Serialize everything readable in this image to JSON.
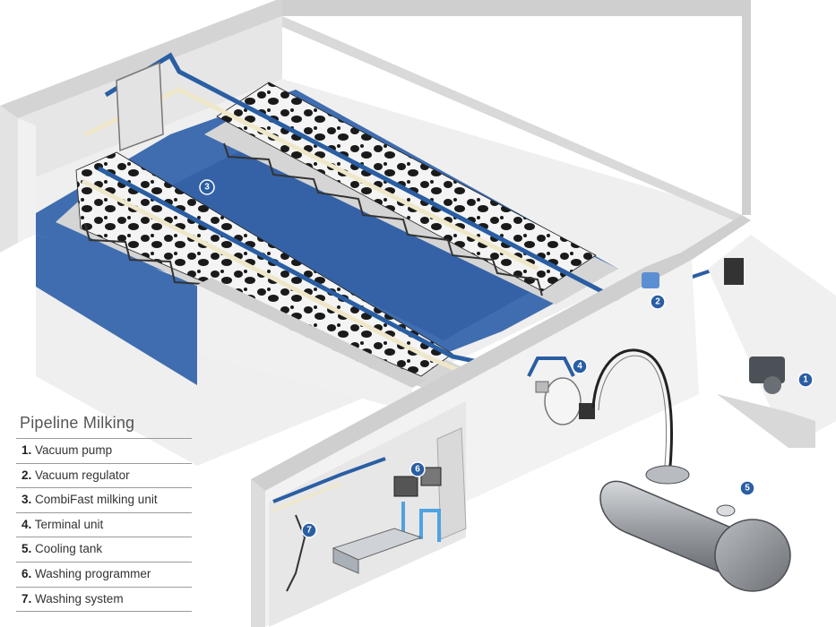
{
  "legend": {
    "title": "Pipeline Milking",
    "items": [
      {
        "num": "1.",
        "label": "Vacuum pump"
      },
      {
        "num": "2.",
        "label": "Vacuum regulator"
      },
      {
        "num": "3.",
        "label": "CombiFast milking unit"
      },
      {
        "num": "4.",
        "label": "Terminal unit"
      },
      {
        "num": "5.",
        "label": "Cooling tank"
      },
      {
        "num": "6.",
        "label": "Washing programmer"
      },
      {
        "num": "7.",
        "label": "Washing system"
      }
    ]
  },
  "markers": [
    "1",
    "2",
    "3",
    "4",
    "5",
    "6",
    "7"
  ],
  "colors": {
    "floor_blue": "#3f6db0",
    "pipe_blue": "#2a5ea3",
    "milk_line": "#efe7c9",
    "wall_light": "#ececec",
    "wall_top": "#d8d8d8",
    "tank_gray": "#8e9297"
  }
}
